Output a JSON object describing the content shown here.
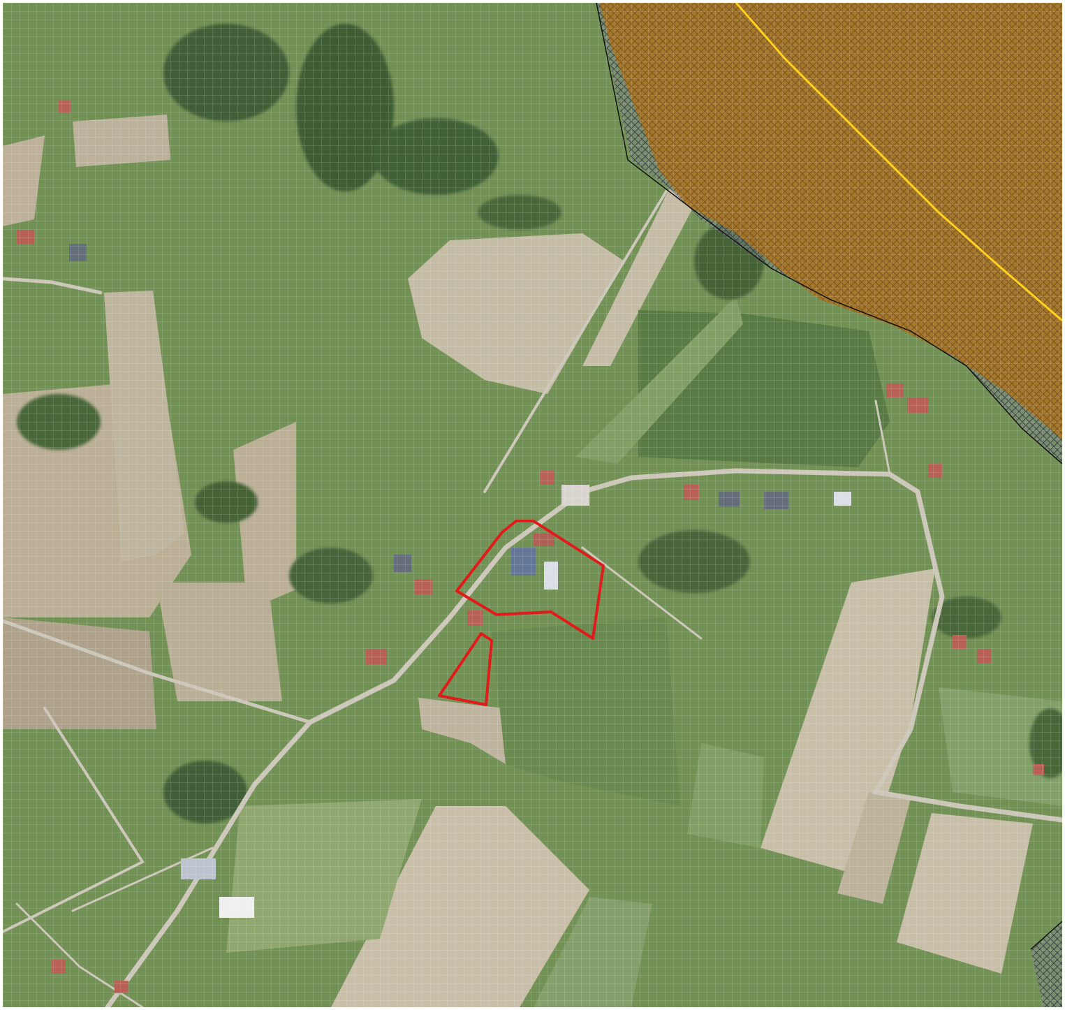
{
  "map": {
    "base_layer": "orthophoto",
    "overlay_pattern": "light-grid",
    "colors": {
      "field_green": "#6a8b4a",
      "field_green_dark": "#4f7338",
      "field_bare": "#b7aa90",
      "field_bare_light": "#c8bea6",
      "forest": "#345529",
      "road": "#c9c4b5",
      "building_roof": "#b5574a",
      "hatched_zone": "#a86b12",
      "hatched_zone_dark": "#7c4c0e",
      "grey_hatch": "#4b5360",
      "yellow_boundary": "#ffd21f",
      "black_boundary": "#111111",
      "highlight_parcel": "#e01b1b",
      "grid_line": "#ffffff"
    },
    "highlighted_parcels": [
      {
        "id": "parcel-north",
        "shape": "pentagon"
      },
      {
        "id": "parcel-south",
        "shape": "triangle"
      }
    ]
  }
}
